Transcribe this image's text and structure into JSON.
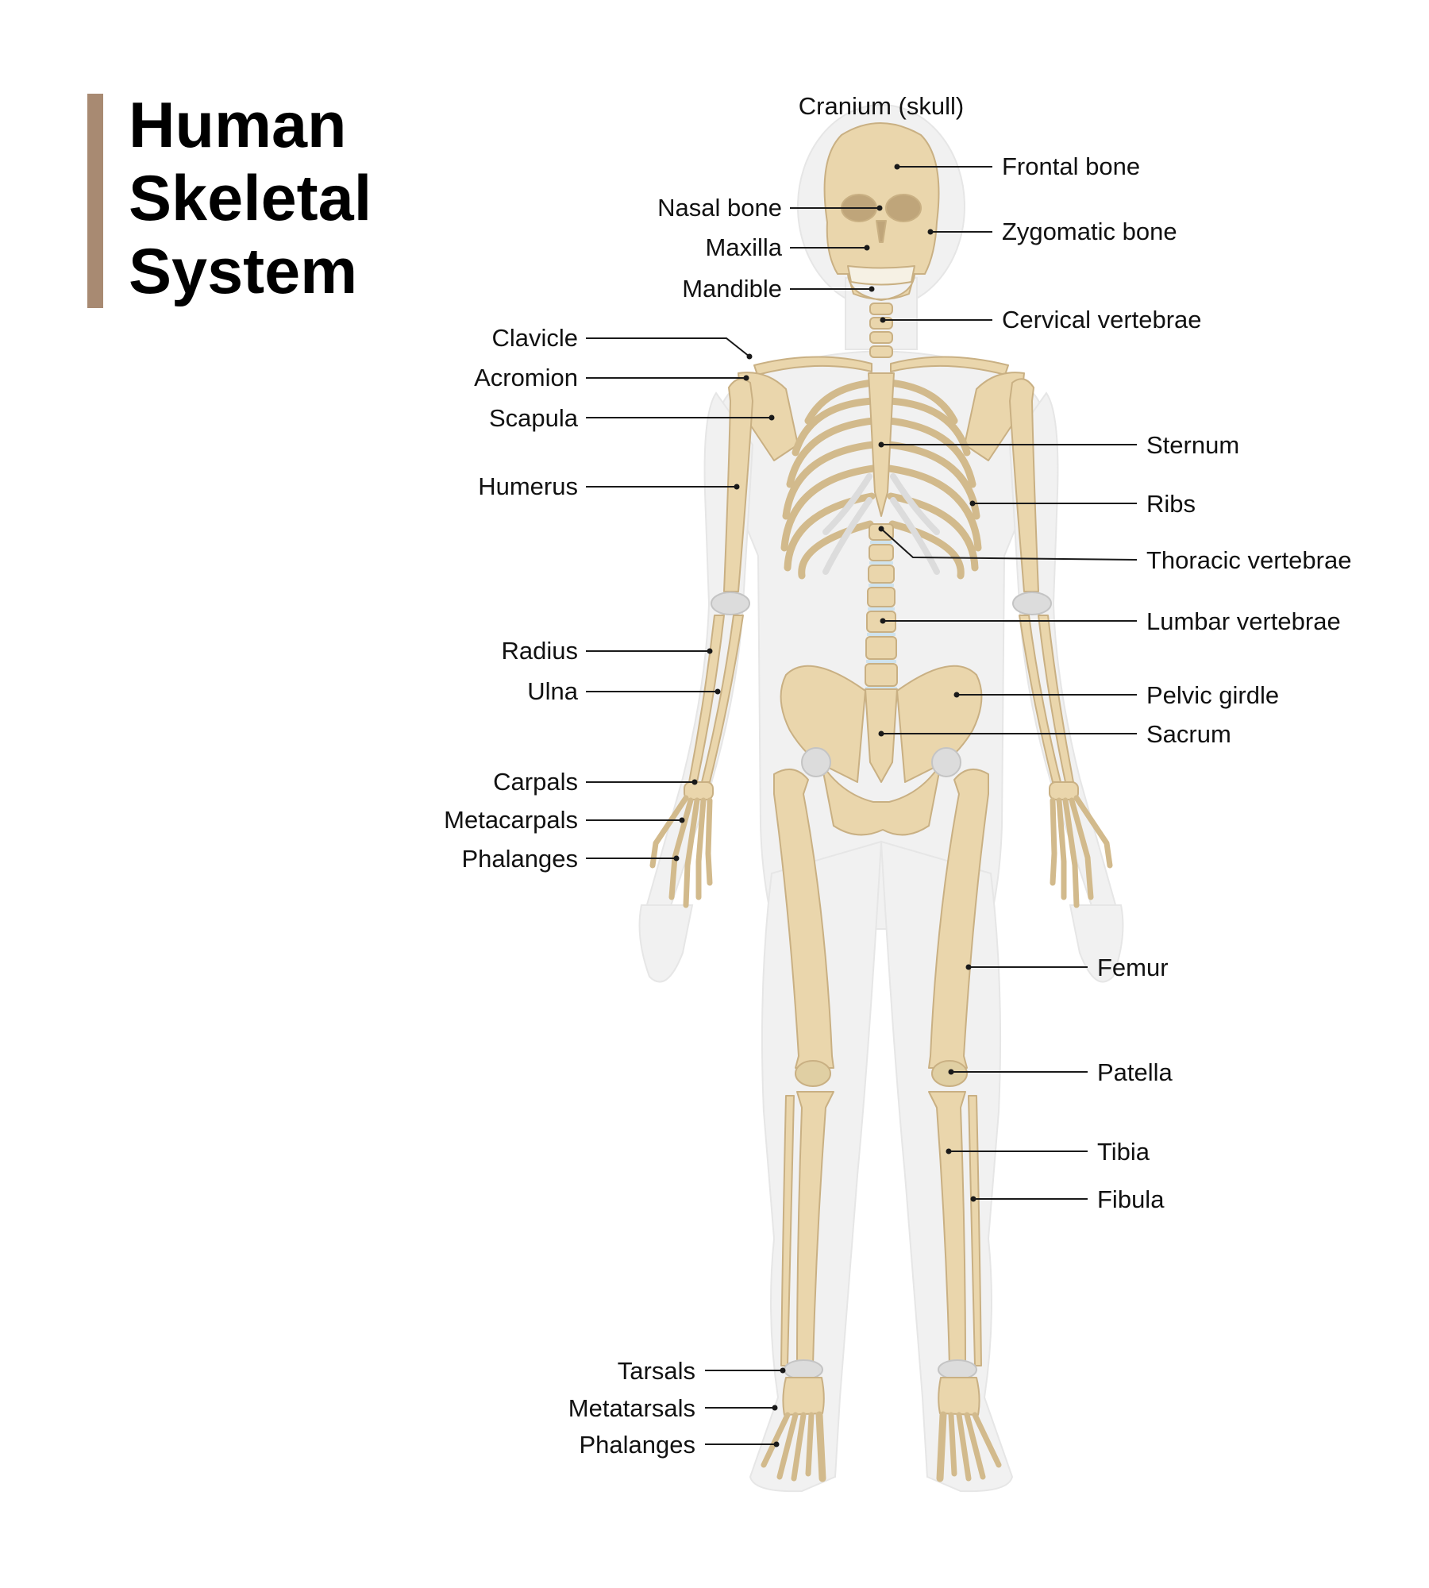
{
  "title": [
    "Human",
    "Skeletal",
    "System"
  ],
  "colors": {
    "title_bar": "#a88a72",
    "bone": "#ead6ac",
    "bone_edge": "#c9b083",
    "cartilage": "#dcdcdc",
    "disc": "#cfe3ee",
    "body_silhouette": "#f1f1f1"
  },
  "labels": {
    "cranium": "Cranium (skull)",
    "frontal": "Frontal bone",
    "nasal": "Nasal bone",
    "zygomatic": "Zygomatic bone",
    "maxilla": "Maxilla",
    "mandible": "Mandible",
    "cervical": "Cervical vertebrae",
    "clavicle": "Clavicle",
    "acromion": "Acromion",
    "scapula": "Scapula",
    "sternum": "Sternum",
    "humerus": "Humerus",
    "ribs": "Ribs",
    "thoracic": "Thoracic vertebrae",
    "lumbar": "Lumbar vertebrae",
    "radius": "Radius",
    "ulna": "Ulna",
    "pelvic": "Pelvic girdle",
    "sacrum": "Sacrum",
    "carpals": "Carpals",
    "metacarpals": "Metacarpals",
    "phalanges_hand": "Phalanges",
    "femur": "Femur",
    "patella": "Patella",
    "tibia": "Tibia",
    "fibula": "Fibula",
    "tarsals": "Tarsals",
    "metatarsals": "Metatarsals",
    "phalanges_foot": "Phalanges"
  }
}
